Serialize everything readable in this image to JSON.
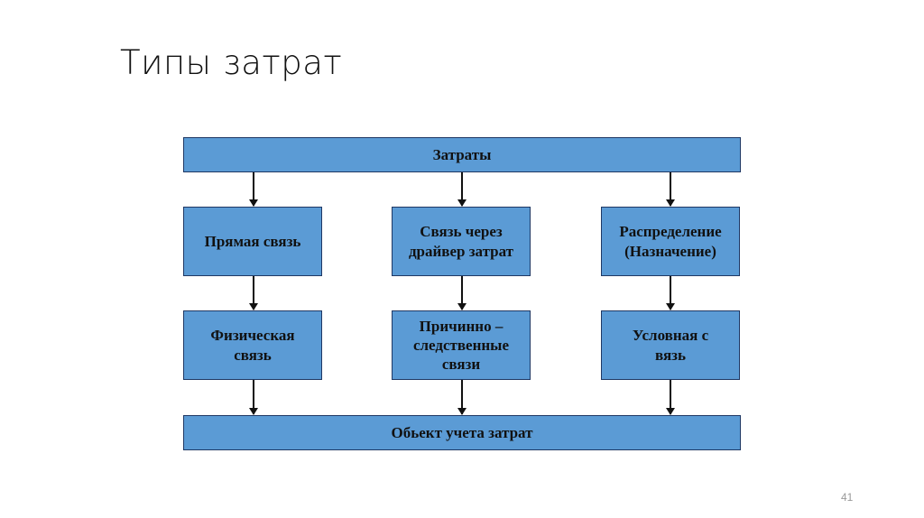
{
  "slide": {
    "title": "Типы затрат",
    "page_number": "41"
  },
  "diagram": {
    "top": "Затраты",
    "level1": [
      "Прямая связь",
      "Связь через\nдрайвер затрат",
      "Распределение\n(Назначение)"
    ],
    "level2": [
      "Физическая\nсвязь",
      "Причинно –\nследственные\nсвязи",
      "Условная с\nвязь"
    ],
    "bottom": "Обьект учета затрат",
    "colors": {
      "box_fill": "#5b9bd5",
      "box_border": "#1f3864",
      "arrow": "#111111"
    }
  }
}
